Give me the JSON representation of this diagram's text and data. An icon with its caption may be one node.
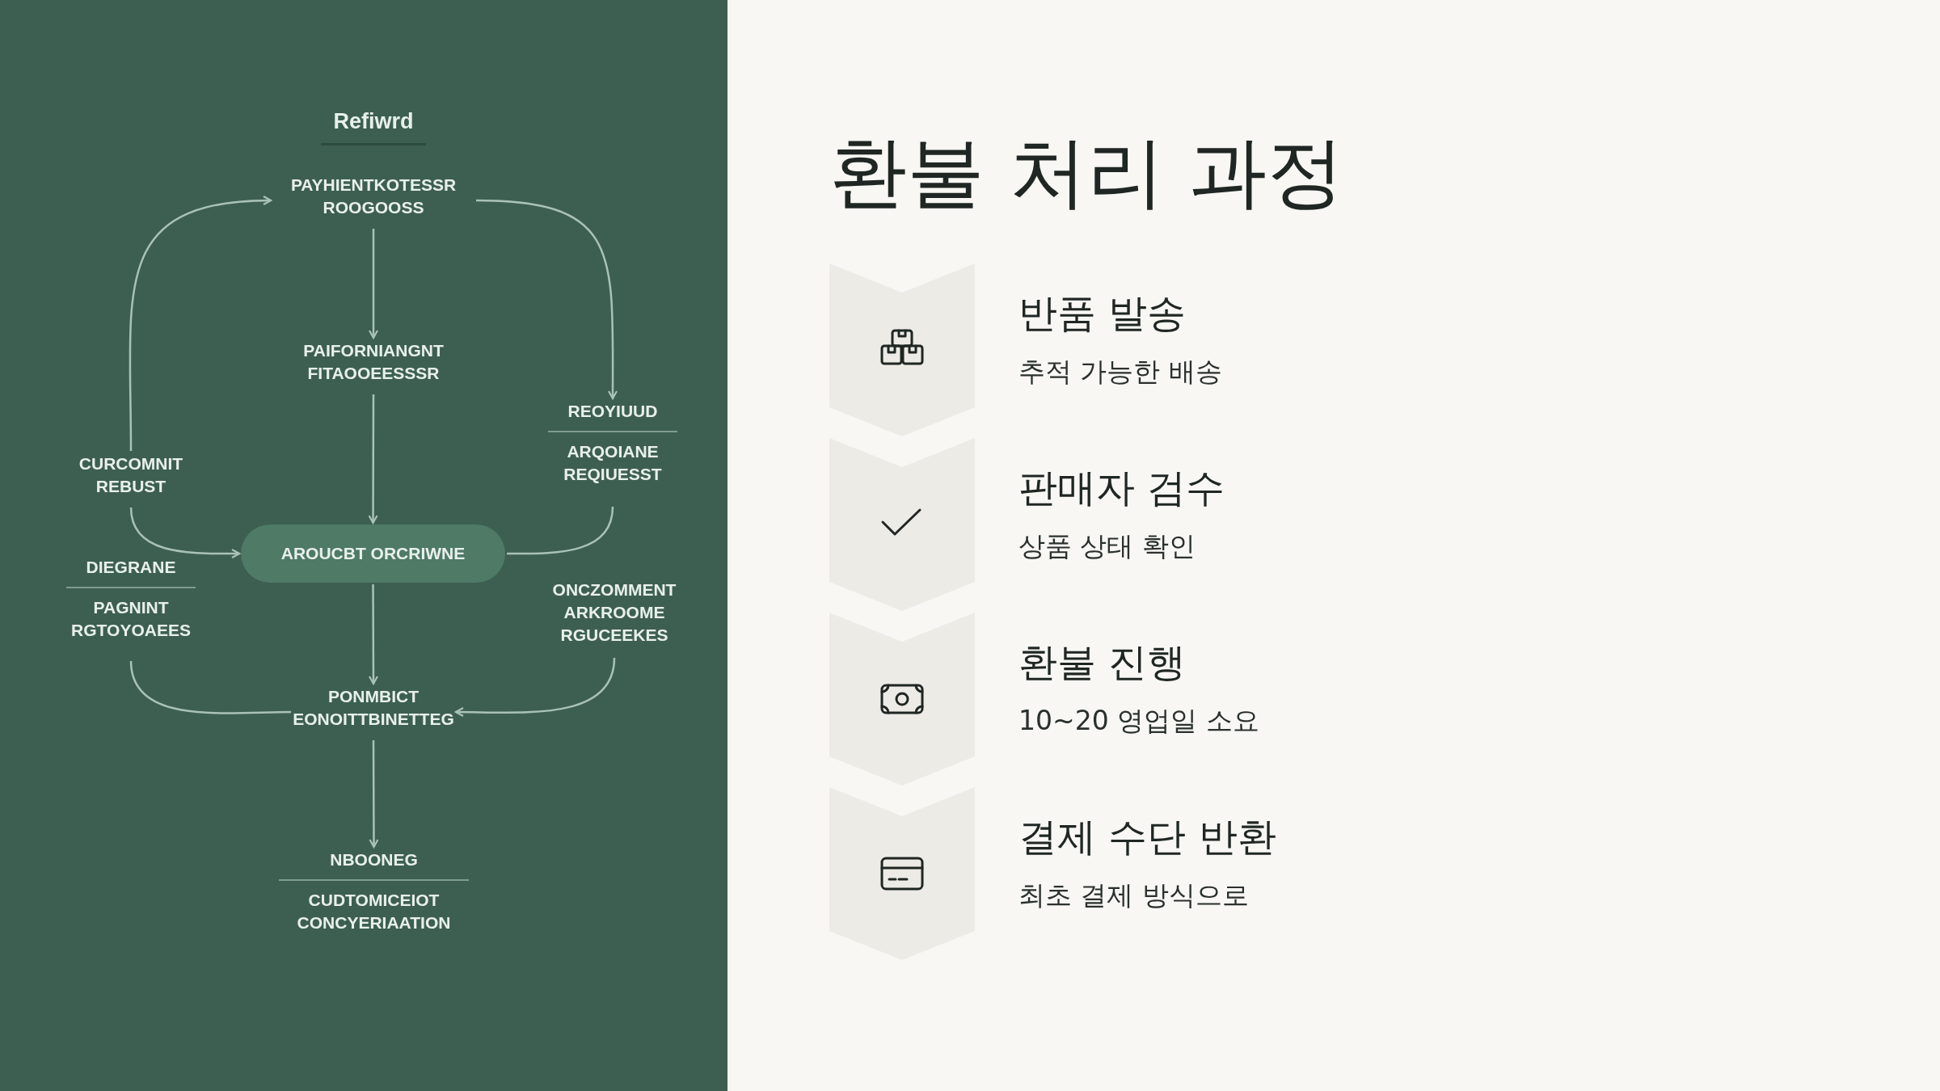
{
  "diagram": {
    "title": "환불 처리 과정",
    "nodes": [
      {
        "text": [
          "PAYHIENTKOTESSR ROOGOOSS"
        ]
      },
      {
        "text": [
          "PAIFORNIANGNT FITAOOEESSSR"
        ]
      },
      {
        "text": [
          "AROUCBT ORCRIWNE"
        ]
      },
      {
        "text": [
          "PONMBICT EONOITTBINETTEG"
        ]
      },
      {
        "text": [
          "NBOONEG",
          "CUDTOMICEIOT CONCYERIAATION"
        ]
      },
      {
        "text": [
          "CURCOMNIT REBUST"
        ]
      },
      {
        "text": [
          "DIEGRANE",
          "PAGNINT RGTOYOAEES"
        ]
      },
      {
        "text": [
          "REOYIUUD",
          "ARQOIANE REQIUESST"
        ]
      },
      {
        "text": [
          "ONCZOMMENT ARKROOME RGUCEEKES"
        ]
      },
      {
        "text": [
          "반품 발송",
          "추적 가능한 배송"
        ]
      },
      {
        "text": [
          "판매자 검수",
          "상품 상태 확인"
        ]
      },
      {
        "text": [
          "환불 진행",
          "10~20 영업일 소요"
        ]
      },
      {
        "text": [
          "결제 수단 반환",
          "최초 결제 방식으로"
        ]
      }
    ],
    "edges": [
      {
        "from": 0,
        "to": 1,
        "arrow": "to"
      },
      {
        "from": 1,
        "to": 2,
        "arrow": "to"
      },
      {
        "from": 2,
        "to": 3,
        "arrow": "to"
      },
      {
        "from": 3,
        "to": 4,
        "arrow": "to"
      },
      {
        "from": 5,
        "to": 0,
        "arrow": "to"
      },
      {
        "from": 0,
        "to": 7,
        "arrow": "to"
      },
      {
        "from": 5,
        "to": 2,
        "arrow": "to"
      },
      {
        "from": 7,
        "to": 2,
        "arrow": "none"
      },
      {
        "from": 6,
        "to": 3,
        "arrow": "none"
      },
      {
        "from": 8,
        "to": 3,
        "arrow": "to"
      }
    ],
    "labels": [
      "Refiwrd"
    ]
  }
}
